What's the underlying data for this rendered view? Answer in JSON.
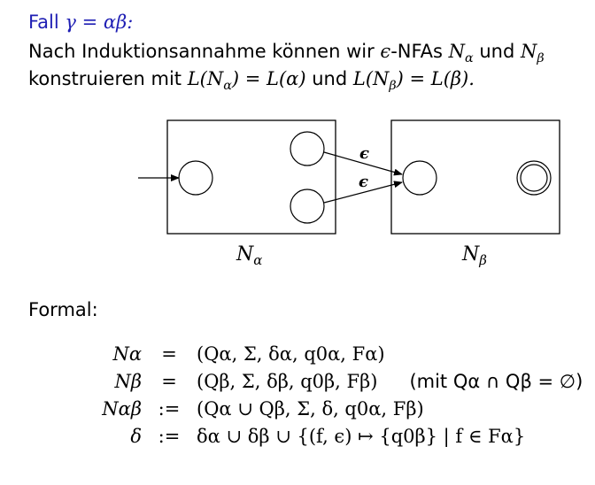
{
  "heading": {
    "case_word": "Fall",
    "case_formula": "γ = αβ:"
  },
  "intro": {
    "line1_prefix": "Nach Induktionsannahme können wir",
    "epsilon": "ϵ",
    "line1_mid": "-NFAs",
    "n_alpha": "N",
    "sub_alpha": "α",
    "und": "und",
    "n_beta": "N",
    "sub_beta": "β",
    "line2_prefix": "konstruieren mit",
    "lang_alpha_eq": "L(N",
    "lang_alpha_rhs": ") = L(α)",
    "lang_beta_eq": "L(N",
    "lang_beta_rhs": ") = L(β)."
  },
  "diagram": {
    "box_left_label_main": "N",
    "box_left_label_sub": "α",
    "box_right_label_main": "N",
    "box_right_label_sub": "β",
    "edge_label_top": "ϵ",
    "edge_label_bottom": "ϵ"
  },
  "formal": {
    "title": "Formal:",
    "rows": [
      {
        "lhs": "Nα",
        "op": "=",
        "rhs": "(Qα, Σ, δα, q0α, Fα)",
        "note": ""
      },
      {
        "lhs": "Nβ",
        "op": "=",
        "rhs": "(Qβ, Σ, δβ, q0β, Fβ)",
        "note": "(mit Qα ∩ Qβ = ∅)"
      },
      {
        "lhs": "Nαβ",
        "op": ":=",
        "rhs": "(Qα ∪ Qβ, Σ, δ, q0α, Fβ)",
        "note": ""
      },
      {
        "lhs": "δ",
        "op": ":=",
        "rhs": "δα ∪ δβ ∪ {(f, ϵ) ↦ {q0β} | f ∈ Fα}",
        "note": ""
      }
    ]
  }
}
